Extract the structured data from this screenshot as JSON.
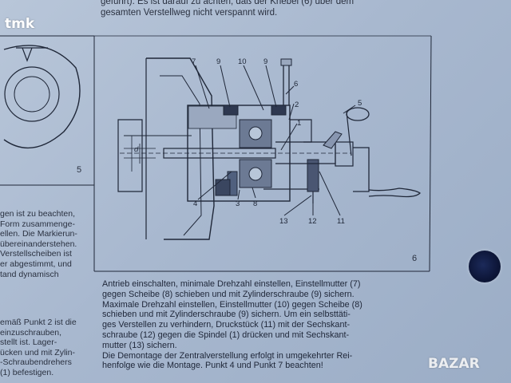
{
  "watermarks": {
    "top_left": "tmk",
    "bottom_right": "BAZAR"
  },
  "top_text": {
    "lines": [
      "geführt). Es ist darauf zu achten, daß der Knebel (6) über dem",
      "gesamten Verstellweg nicht verspannt wird."
    ]
  },
  "left_column": {
    "block1": [
      "gen ist zu beachten,",
      "Form zusammenge-",
      "ellen. Die Markierun-",
      "übereinanderstehen.",
      "Verstellscheiben ist",
      "er abgestimmt, und",
      "tand dynamisch"
    ],
    "block2": [
      "emäß Punkt 2 ist die",
      "einzuschrauben,",
      "stellt ist. Lager-",
      "ücken und mit Zylin-",
      "-Schraubendrehers",
      "(1) befestigen."
    ]
  },
  "figures": {
    "fig5_number": "5",
    "fig6_number": "6",
    "callouts": {
      "c7": "7",
      "c9a": "9",
      "c10": "10",
      "c9b": "9",
      "c6": "6",
      "c2": "2",
      "c1": "1",
      "c5": "5",
      "d": "d",
      "c4": "4",
      "c3": "3",
      "c8": "8",
      "c13": "13",
      "c12": "12",
      "c11": "11"
    }
  },
  "main_text": {
    "lines": [
      "Antrieb einschalten, minimale Drehzahl einstellen, Einstellmutter (7)",
      "gegen Scheibe (8) schieben und mit Zylinderschraube (9) sichern.",
      "Maximale Drehzahl einstellen, Einstellmutter (10) gegen Scheibe (8)",
      "schieben und mit Zylinderschraube (9) sichern. Um ein selbsttäti-",
      "ges Verstellen zu verhindern, Druckstück (11) mit der Sechskant-",
      "schraube (12) gegen die Spindel (1) drücken und mit Sechskant-",
      "mutter (13) sichern.",
      "Die Demontage der Zentralverstellung erfolgt in umgekehrter Rei-",
      "henfolge wie die Montage. Punkt 4 und Punkt 7 beachten!"
    ]
  },
  "colors": {
    "paper": "#a8b8cf",
    "ink": "#1e2636",
    "hole": "#0d1638"
  }
}
